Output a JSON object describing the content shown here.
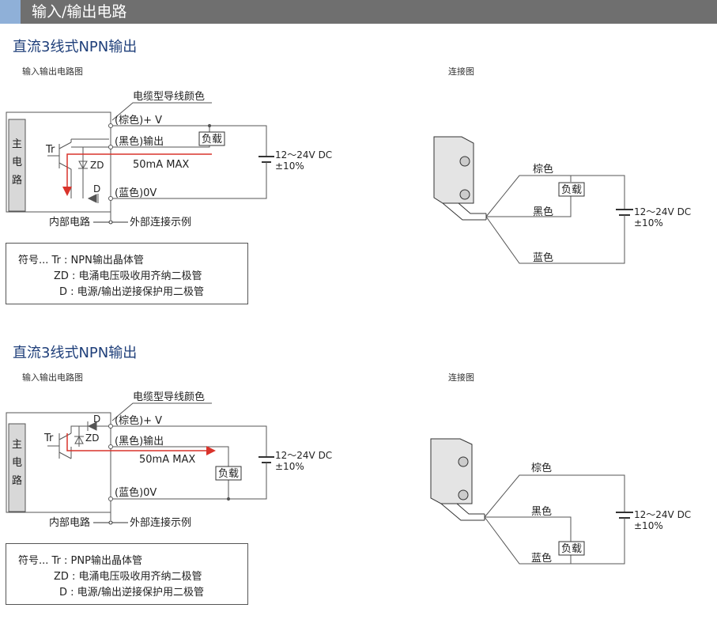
{
  "header": {
    "title": "输入/输出电路"
  },
  "section1": {
    "title": "直流3线式NPN输出",
    "circuit_label": "输入输出电路图",
    "connection_label": "连接图",
    "cable_color_label": "电缆型导线颜色",
    "brown_plus_v": "(棕色)+ V",
    "black_output": "(黑色)输出",
    "blue_0v": "(蓝色)0V",
    "main_circuit": [
      "主",
      "电",
      "路"
    ],
    "tr": "Tr",
    "zd": "ZD",
    "d": "D",
    "current": "50mA  MAX",
    "load": "负载",
    "supply_line1": "12～24V DC",
    "supply_line2": "±10%",
    "internal": "内部电路",
    "external": "外部连接示例",
    "wire_brown": "棕色",
    "wire_black": "黑色",
    "wire_blue": "蓝色",
    "legend": {
      "line1": "符号...  Tr : NPN输出晶体管",
      "line2": "ZD : 电涌电压吸收用齐纳二极管",
      "line3": "D : 电源/输出逆接保护用二极管"
    }
  },
  "section2": {
    "title": "直流3线式NPN输出",
    "circuit_label": "输入输出电路图",
    "connection_label": "连接图",
    "cable_color_label": "电缆型导线颜色",
    "brown_plus_v": "(棕色)+ V",
    "black_output": "(黑色)输出",
    "blue_0v": "(蓝色)0V",
    "main_circuit": [
      "主",
      "电",
      "路"
    ],
    "tr": "Tr",
    "zd": "ZD",
    "d": "D",
    "current": "50mA  MAX",
    "load": "负载",
    "supply_line1": "12～24V DC",
    "supply_line2": "±10%",
    "internal": "内部电路",
    "external": "外部连接示例",
    "wire_brown": "棕色",
    "wire_black": "黑色",
    "wire_blue": "蓝色",
    "legend": {
      "line1": "符号...  Tr : PNP输出晶体管",
      "line2": "ZD : 电涌电压吸收用齐纳二极管",
      "line3": "D : 电源/输出逆接保护用二极管"
    }
  },
  "colors": {
    "header_bg": "#6f6f6f",
    "header_accent": "#8fb0d8",
    "section_title": "#1f3f7a",
    "current_arrow": "#d9332b"
  }
}
